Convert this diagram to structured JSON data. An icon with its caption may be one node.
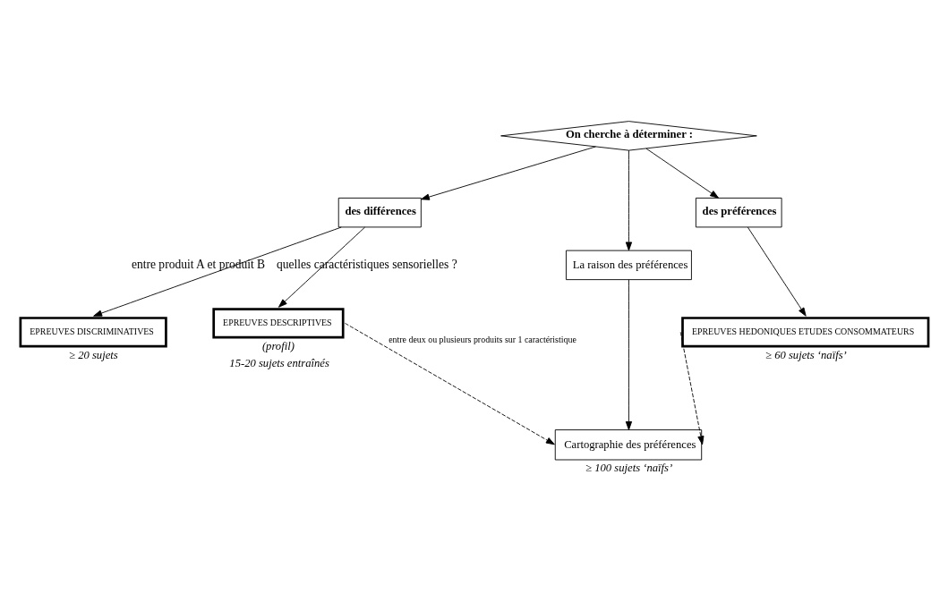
{
  "diagram": {
    "nodes": [
      {
        "text": [
          "On cherche à déterminer :"
        ]
      },
      {
        "text": [
          "des différences"
        ]
      },
      {
        "text": [
          "La raison des préférences"
        ]
      },
      {
        "text": [
          "des préférences"
        ]
      },
      {
        "text": [
          "EPREUVES DISCRIMINATIVES"
        ],
        "beside": [
          "≥ 20 sujets"
        ]
      },
      {
        "text": [
          "EPREUVES DESCRIPTIVES"
        ],
        "beside": [
          "(profil)",
          "15-20 sujets entraînés"
        ]
      },
      {
        "text": [
          "Cartographie des préférences"
        ],
        "beside": [
          "≥ 100 sujets ‘naïfs’"
        ]
      },
      {
        "text": [
          "EPREUVES HEDONIQUES ETUDES CONSOMMATEURS"
        ],
        "beside": [
          "≥ 60 sujets ‘naïfs’"
        ]
      }
    ],
    "edges": [
      {
        "from": 0,
        "to": 1,
        "arrow": "to"
      },
      {
        "from": 0,
        "to": 2,
        "arrow": "to"
      },
      {
        "from": 0,
        "to": 3,
        "arrow": "to"
      },
      {
        "from": 1,
        "to": 4,
        "arrow": "to",
        "label": "entre produit A et produit B"
      },
      {
        "from": 1,
        "to": 5,
        "arrow": "to",
        "label": "quelles caractéristiques sensorielles ?"
      },
      {
        "from": 2,
        "to": 6,
        "arrow": "to"
      },
      {
        "from": 3,
        "to": 7,
        "arrow": "to"
      },
      {
        "from": 5,
        "to": 6,
        "arrow": "to",
        "style": "dashed"
      },
      {
        "from": 7,
        "to": 6,
        "arrow": "to",
        "style": "dashed"
      }
    ],
    "labels": [
      "entre deux ou plusieurs produits sur 1 caractéristique"
    ]
  }
}
